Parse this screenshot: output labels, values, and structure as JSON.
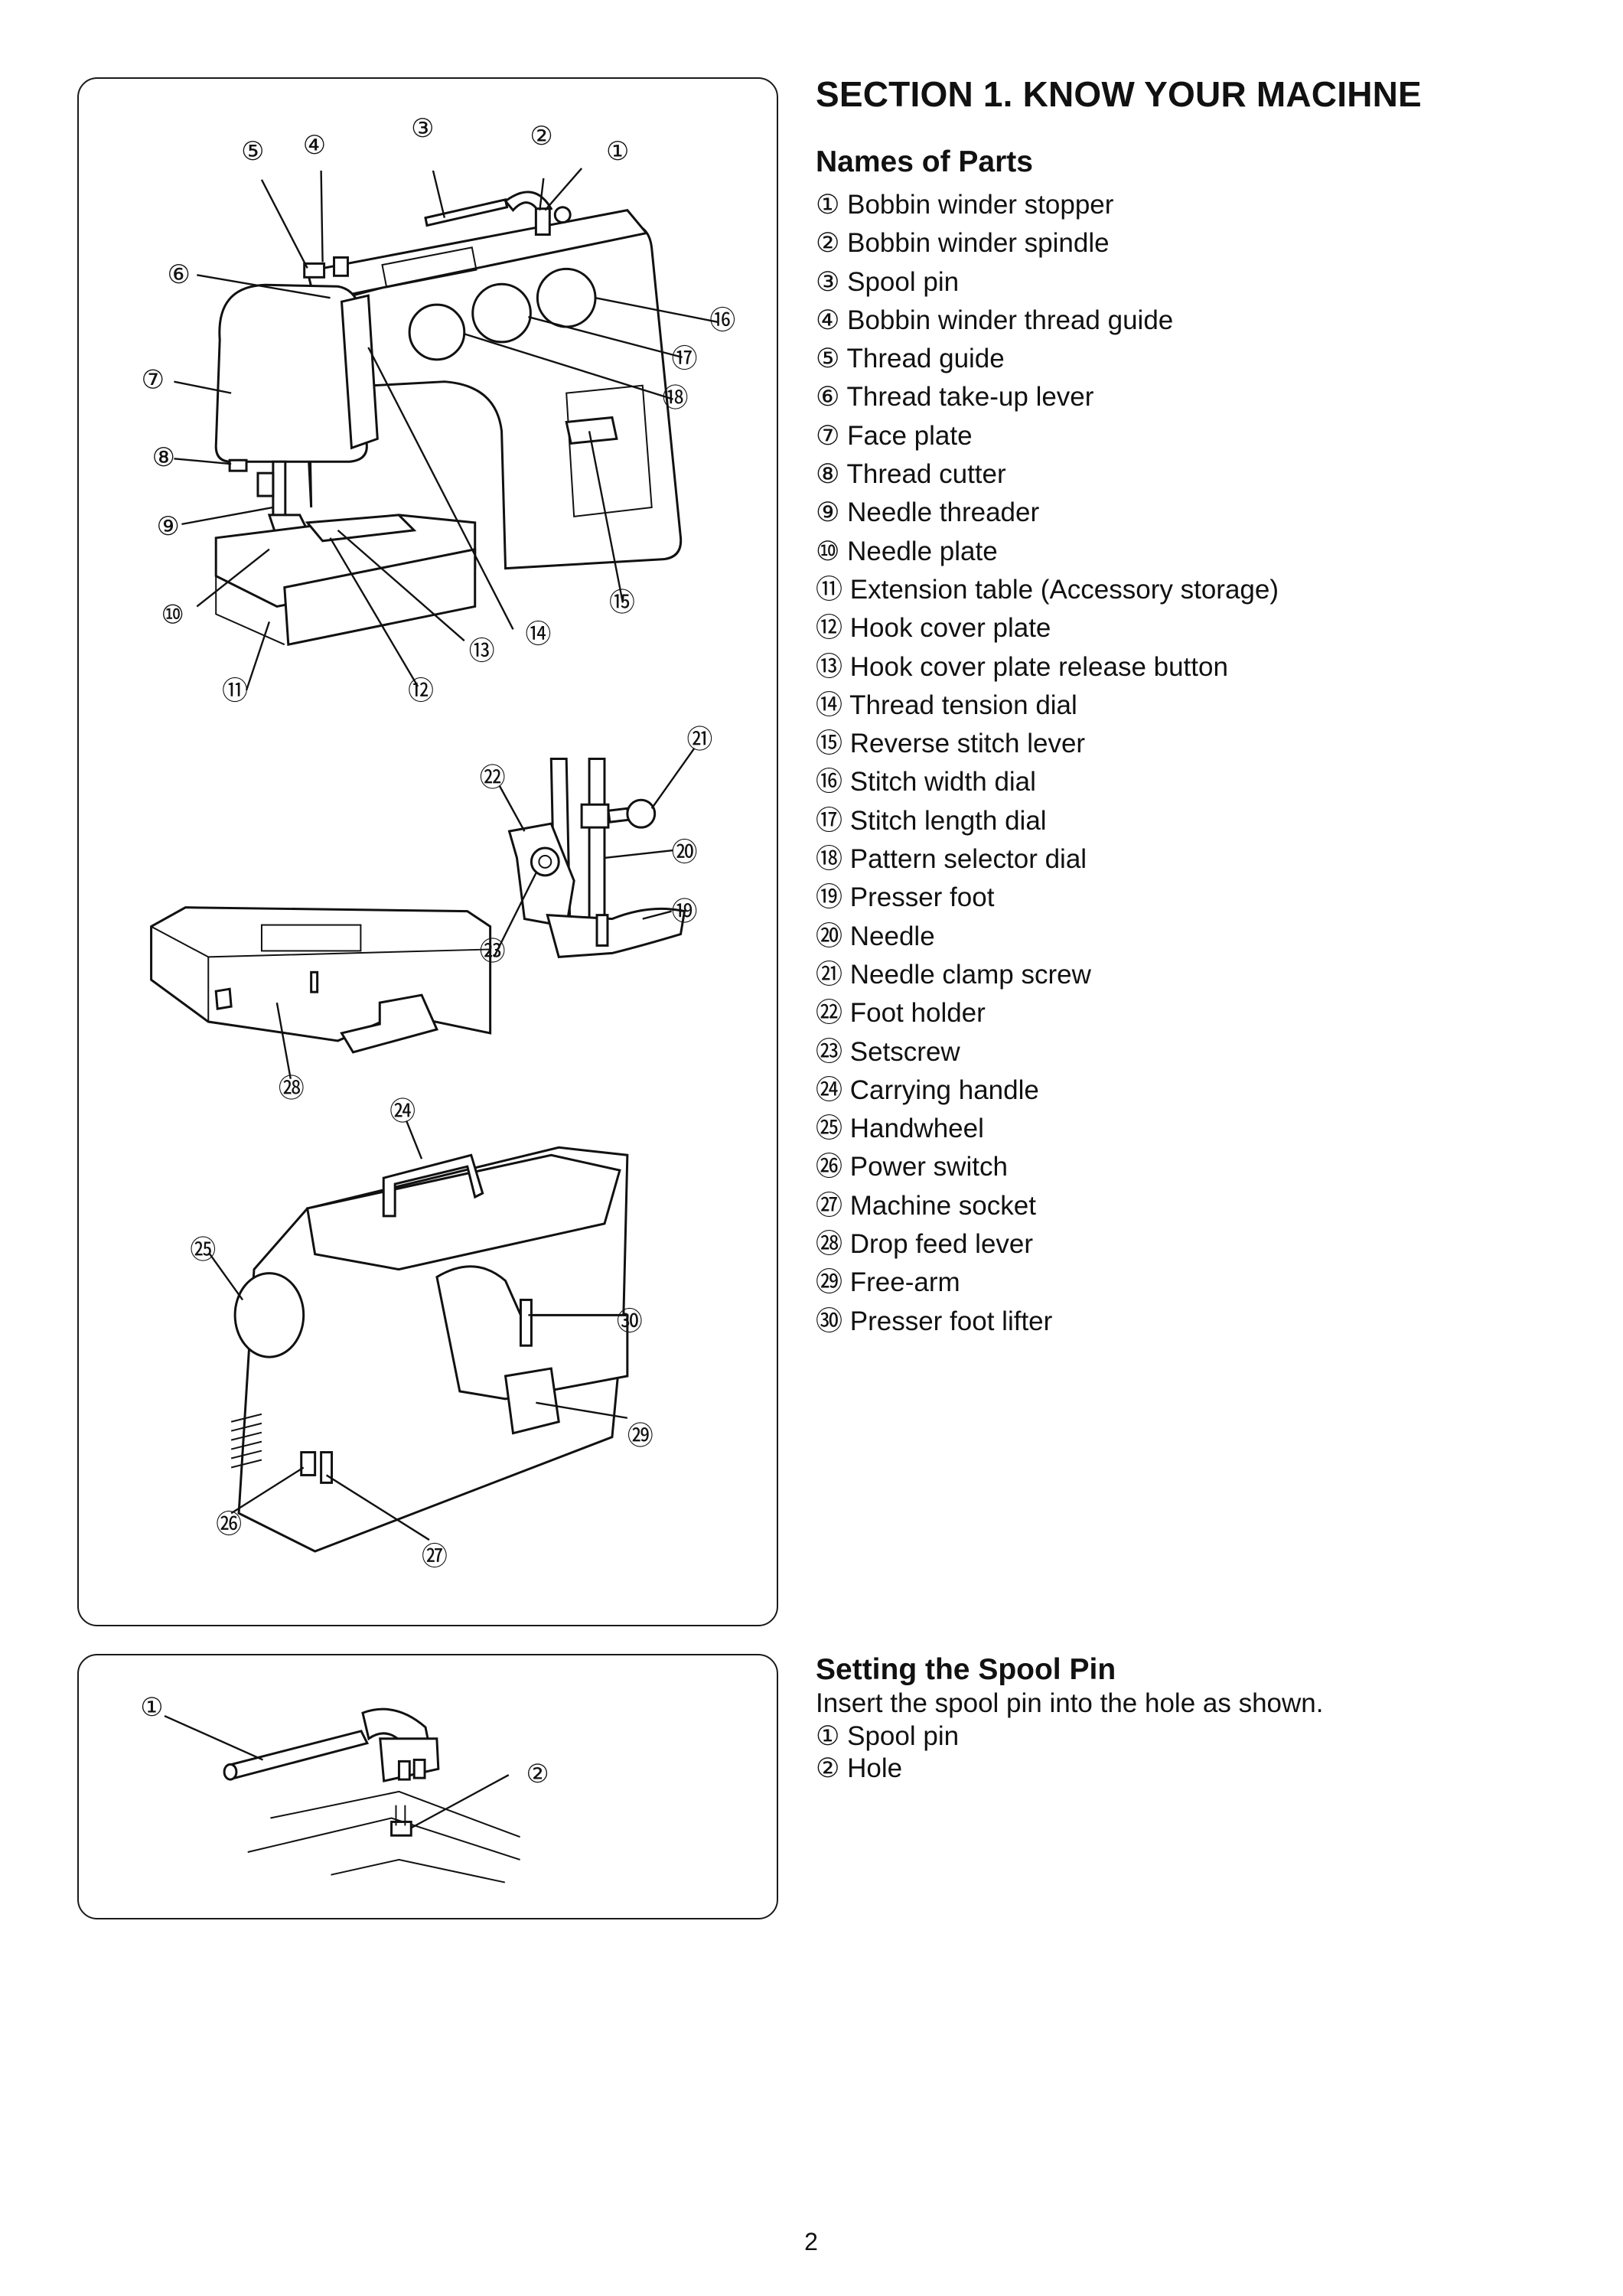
{
  "section_title": "SECTION 1. KNOW YOUR MACIHNE",
  "names_of_parts": {
    "heading": "Names of Parts",
    "items": [
      {
        "num": "①",
        "label": "Bobbin winder stopper"
      },
      {
        "num": "②",
        "label": "Bobbin winder spindle"
      },
      {
        "num": "③",
        "label": "Spool pin"
      },
      {
        "num": "④",
        "label": "Bobbin winder thread guide"
      },
      {
        "num": "⑤",
        "label": "Thread guide"
      },
      {
        "num": "⑥",
        "label": "Thread take-up lever"
      },
      {
        "num": "⑦",
        "label": "Face plate"
      },
      {
        "num": "⑧",
        "label": "Thread cutter"
      },
      {
        "num": "⑨",
        "label": "Needle threader"
      },
      {
        "num": "⑩",
        "label": "Needle plate"
      },
      {
        "num": "⑪",
        "label": "Extension table (Accessory storage)"
      },
      {
        "num": "⑫",
        "label": "Hook cover plate"
      },
      {
        "num": "⑬",
        "label": "Hook cover plate release button"
      },
      {
        "num": "⑭",
        "label": "Thread tension dial"
      },
      {
        "num": "⑮",
        "label": "Reverse stitch lever"
      },
      {
        "num": "⑯",
        "label": "Stitch width dial"
      },
      {
        "num": "⑰",
        "label": "Stitch length dial"
      },
      {
        "num": "⑱",
        "label": "Pattern selector dial"
      },
      {
        "num": "⑲",
        "label": "Presser foot"
      },
      {
        "num": "⑳",
        "label": "Needle"
      },
      {
        "num": "㉑",
        "label": "Needle clamp screw"
      },
      {
        "num": "㉒",
        "label": "Foot holder"
      },
      {
        "num": "㉓",
        "label": "Setscrew"
      },
      {
        "num": "㉔",
        "label": "Carrying handle"
      },
      {
        "num": "㉕",
        "label": "Handwheel"
      },
      {
        "num": "㉖",
        "label": "Power switch"
      },
      {
        "num": "㉗",
        "label": "Machine socket"
      },
      {
        "num": "㉘",
        "label": "Drop feed lever"
      },
      {
        "num": "㉙",
        "label": "Free-arm"
      },
      {
        "num": "㉚",
        "label": "Presser foot lifter"
      }
    ]
  },
  "spool_pin_section": {
    "heading": "Setting the Spool Pin",
    "instruction": "Insert the spool pin into the hole as shown.",
    "items": [
      {
        "num": "①",
        "label": "Spool pin"
      },
      {
        "num": "②",
        "label": "Hole"
      }
    ]
  },
  "callouts": [
    "①",
    "②",
    "③",
    "④",
    "⑤",
    "⑥",
    "⑦",
    "⑧",
    "⑨",
    "⑩",
    "⑪",
    "⑫",
    "⑬",
    "⑭",
    "⑮",
    "⑯",
    "⑰",
    "⑱",
    "⑲",
    "⑳",
    "㉑",
    "㉒",
    "㉓",
    "㉔",
    "㉕",
    "㉖",
    "㉗",
    "㉘",
    "㉙",
    "㉚"
  ],
  "spool_callouts": [
    "①",
    "②"
  ],
  "page_number": "2"
}
